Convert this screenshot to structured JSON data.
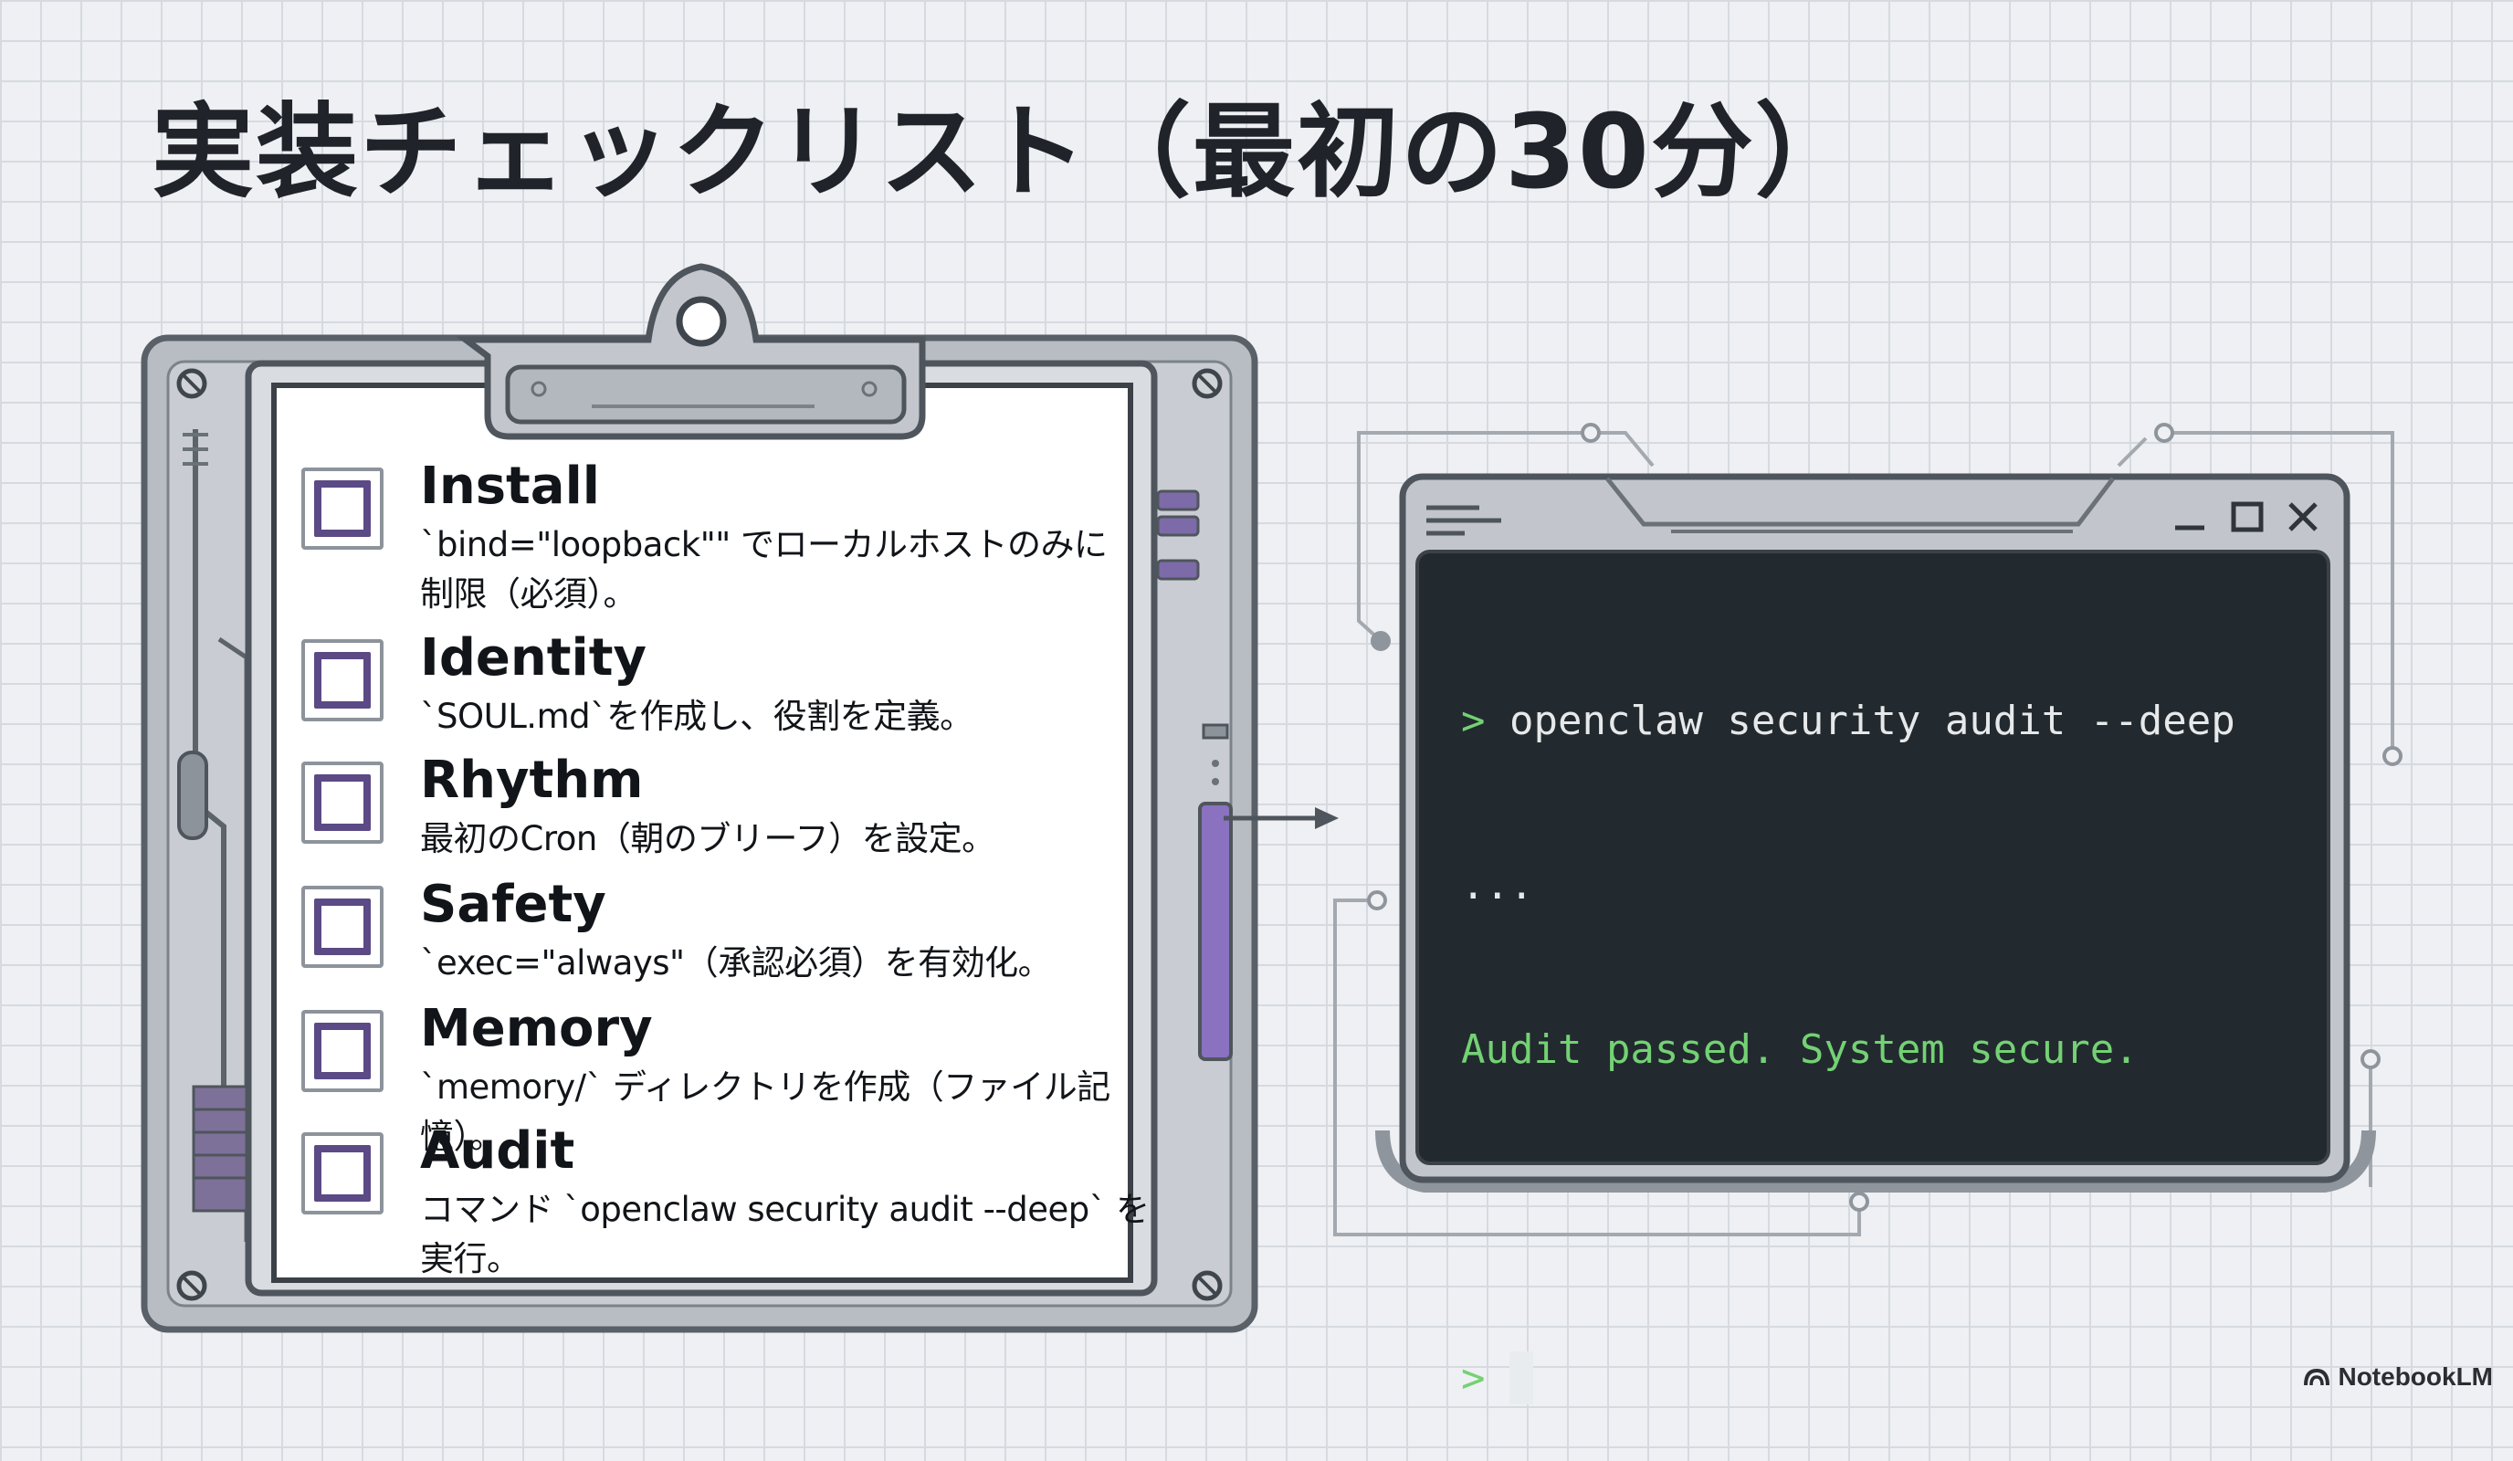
{
  "title": "実装チェックリスト（最初の30分）",
  "checklist": {
    "items": [
      {
        "title": "Install",
        "desc": "`bind=\"loopback\"\" でローカルホストのみに制限（必須）。"
      },
      {
        "title": "Identity",
        "desc": "`SOUL.md`を作成し、役割を定義。"
      },
      {
        "title": "Rhythm",
        "desc": "最初のCron（朝のブリーフ）を設定。"
      },
      {
        "title": "Safety",
        "desc": "`exec=\"always\"（承認必須）を有効化。"
      },
      {
        "title": "Memory",
        "desc": "`memory/` ディレクトリを作成（ファイル記憶）。"
      },
      {
        "title": "Audit",
        "desc": "コマンド `openclaw security audit --deep` を実行。"
      }
    ]
  },
  "terminal": {
    "prompt_symbol": ">",
    "command": "openclaw security audit --deep",
    "ellipsis": "...",
    "result": "Audit passed. System secure."
  },
  "watermark": {
    "label": "NotebookLM",
    "icon": "notebooklm-icon"
  },
  "colors": {
    "accent_purple": "#5b4a85",
    "terminal_bg": "#222a2f",
    "terminal_green": "#74d174",
    "frame_gray": "#aab0b8"
  }
}
